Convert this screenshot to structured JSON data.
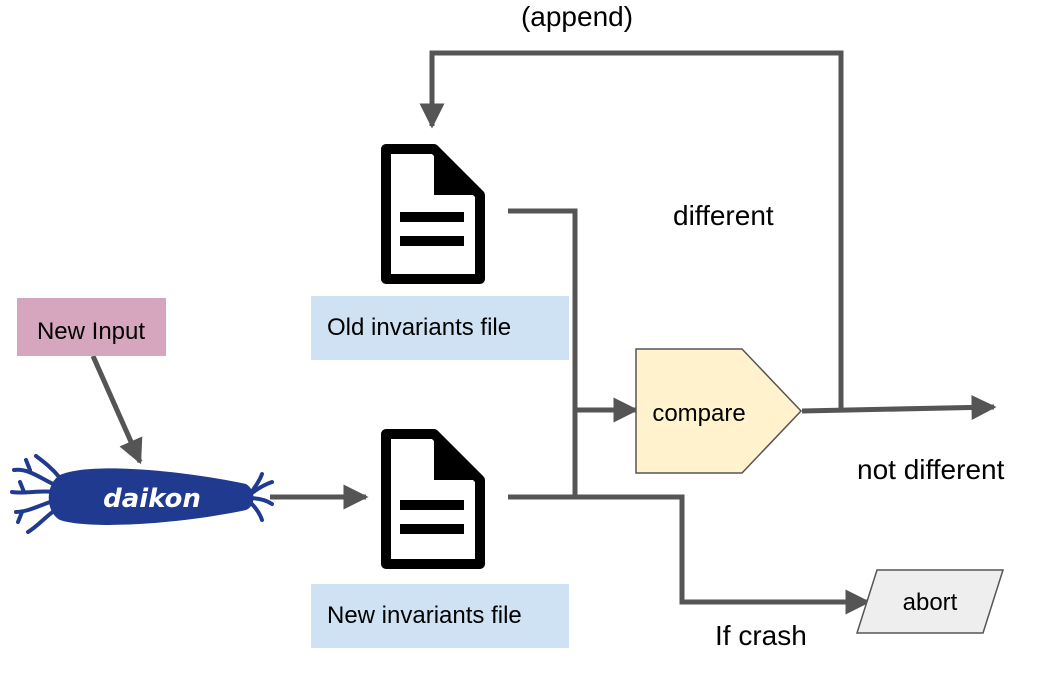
{
  "nodes": {
    "new_input": {
      "label": "New Input",
      "color": "#d5a6bd"
    },
    "daikon_logo": {
      "text": "daikon",
      "color": "#1f3a8f"
    },
    "old_invariants": {
      "label": "Old invariants file",
      "color": "#cfe2f3"
    },
    "new_invariants": {
      "label": "New invariants file",
      "color": "#cfe2f3"
    },
    "compare": {
      "label": "compare",
      "fill": "#fff2cc",
      "stroke": "#555555"
    },
    "abort": {
      "label": "abort",
      "fill": "#eeeeee",
      "stroke": "#555555"
    }
  },
  "edges": {
    "append_label": "(append)",
    "different_label": "different",
    "not_different_label": "not different",
    "if_crash_label": "If crash",
    "color": "#555555"
  },
  "icons": {
    "file_icon": "document-icon"
  }
}
